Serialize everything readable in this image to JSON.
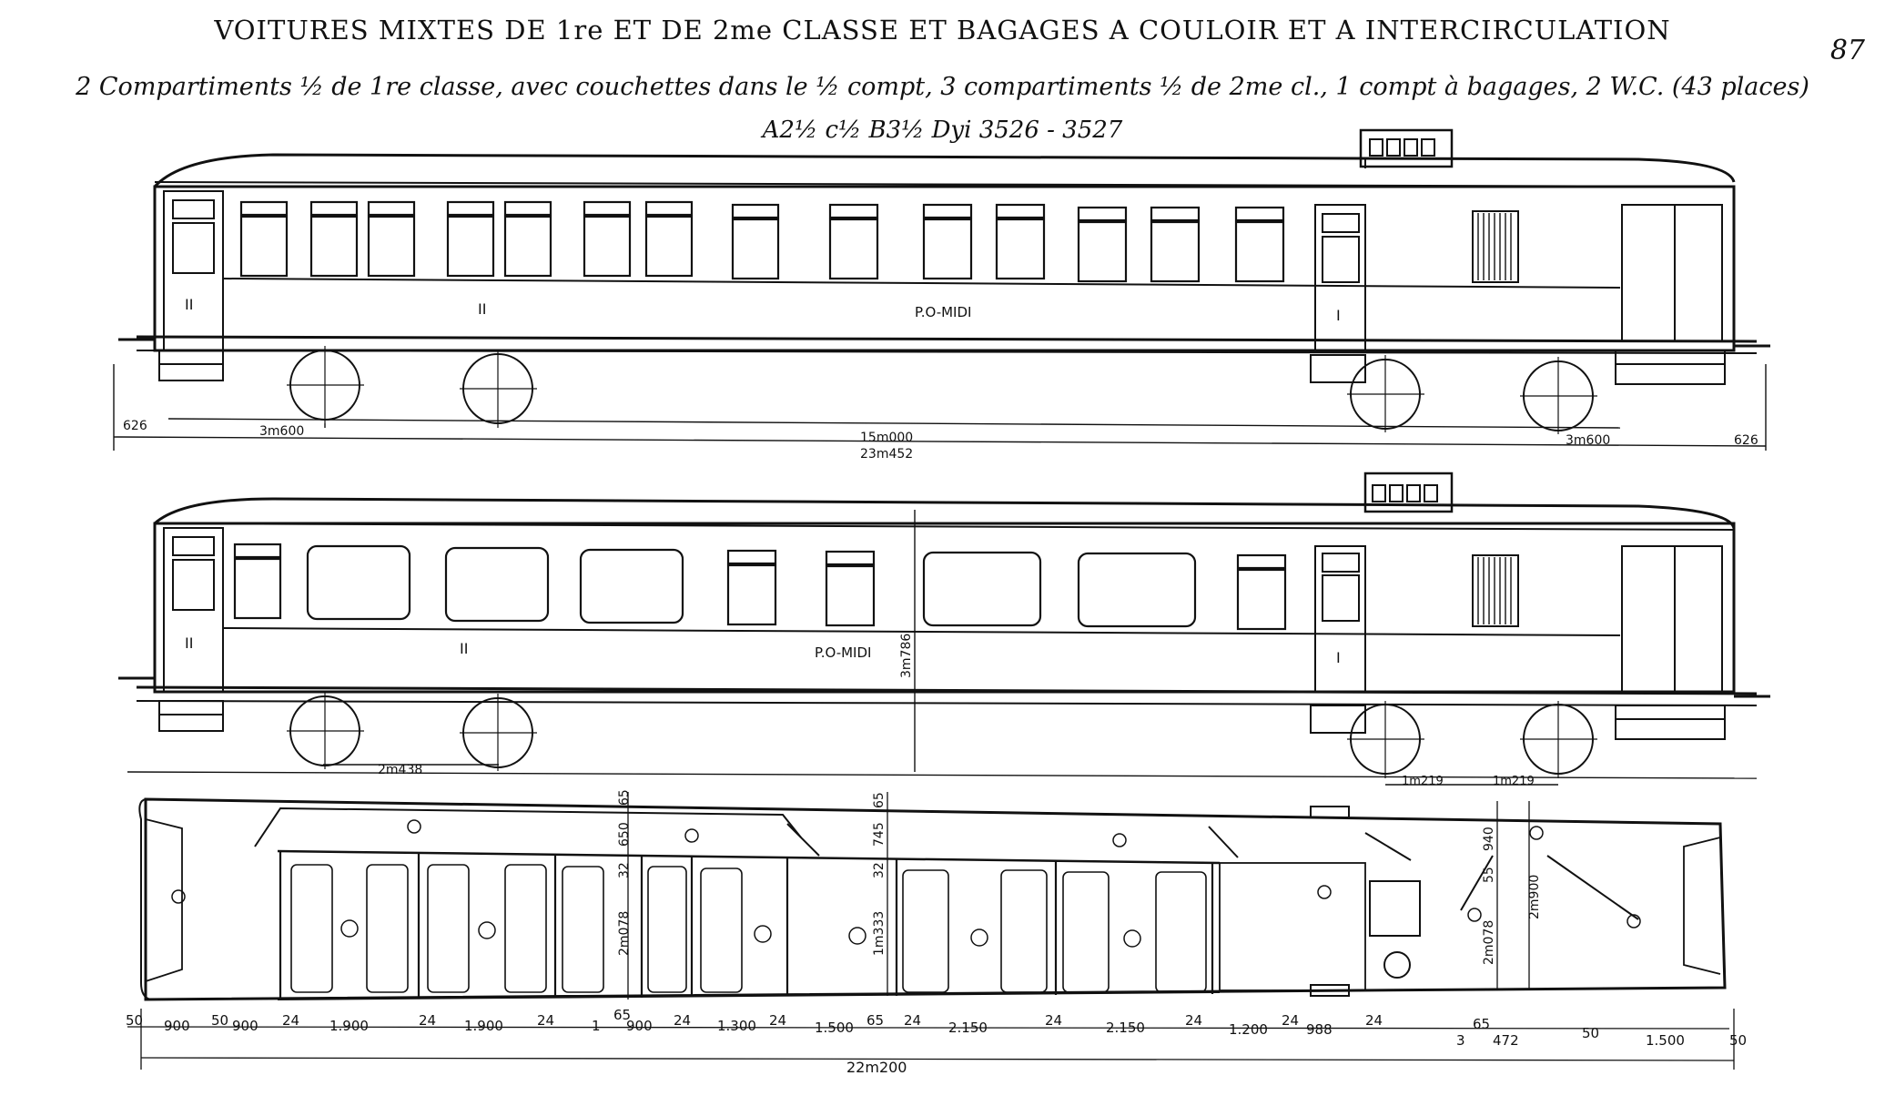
{
  "header": {
    "title": "VOITURES MIXTES DE 1re ET DE 2me CLASSE ET BAGAGES A COULOIR ET A INTERCIRCULATION",
    "subtitle": "2 Compartiments ½ de 1re classe, avec couchettes dans le ½ compt, 3 compartiments ½ de 2me cl., 1 compt à bagages, 2 W.C. (43 places)",
    "code": "A2½ c½ B3½ Dyi   3526 - 3527",
    "page_number": "87"
  },
  "side_view_top": {
    "class_marks": [
      "II",
      "II",
      "I"
    ],
    "operator": "P.O-MIDI",
    "dimensions": {
      "overhang_left": "626",
      "overhang_right": "626",
      "bogie_wheelbase_left": "3m600",
      "bogie_wheelbase_right": "3m600",
      "bogie_centres": "15m000",
      "length_over_buffers": "23m452"
    }
  },
  "side_view_bottom": {
    "class_marks": [
      "II",
      "II",
      "I"
    ],
    "operator": "P.O-MIDI",
    "dimensions": {
      "height": "3m786",
      "axle_spacing": "2m438",
      "wheel_dim_left": "1m219",
      "wheel_dim_right": "1m219"
    }
  },
  "plan_view": {
    "bottom_dims": [
      "50",
      "900",
      "50",
      "900",
      "24",
      "1.900",
      "24",
      "1.900",
      "24",
      "1",
      "65",
      "900",
      "24",
      "1.300",
      "24",
      "1.500",
      "65",
      "24",
      "2.150",
      "24",
      "2.150",
      "24",
      "1.200",
      "24",
      "988",
      "24",
      "3",
      "65",
      "472",
      "50",
      "1.500",
      "50"
    ],
    "total_length": "22m200",
    "vertical_dims": [
      "650",
      "65",
      "32",
      "2m078",
      "745",
      "65",
      "32",
      "1m333",
      "940",
      "55",
      "2m078",
      "2m900"
    ]
  }
}
